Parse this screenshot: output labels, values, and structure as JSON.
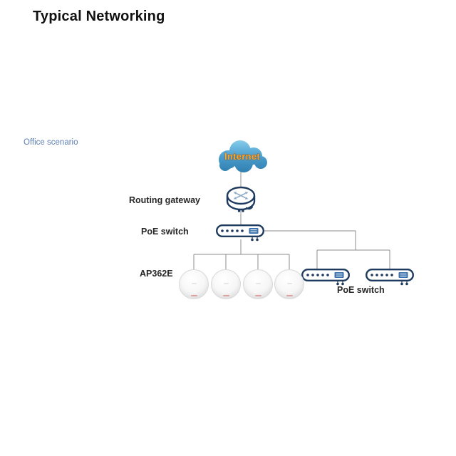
{
  "page": {
    "title": "Typical Networking",
    "scenario_label": "Office scenario"
  },
  "diagram": {
    "internet_label": "Internet",
    "routing_gateway_label": "Routing gateway",
    "poe_switch_label": "PoE switch",
    "ap_model_label": "AP362E",
    "poe_switch_right_label": "PoE switch",
    "devices": {
      "internet_cloud_count": 1,
      "routing_gateway_count": 1,
      "main_poe_switch_count": 1,
      "access_point_count": 4,
      "right_poe_switch_count": 2
    },
    "colors": {
      "title_text": "#111111",
      "scenario_text": "#5e7eb4",
      "label_text": "#262626",
      "cloud_blue_top": "#8ed2ef",
      "cloud_blue_bottom": "#2b79ab",
      "internet_text": "#f2a93b",
      "internet_text_outline": "#7d4716",
      "device_outline": "#1f3a5f",
      "port_block_blue": "#3a72ad",
      "router_arrow": "#91abc4",
      "connector_line": "#8c8c8c",
      "ap_indicator_red": "#dfa0a0"
    }
  }
}
